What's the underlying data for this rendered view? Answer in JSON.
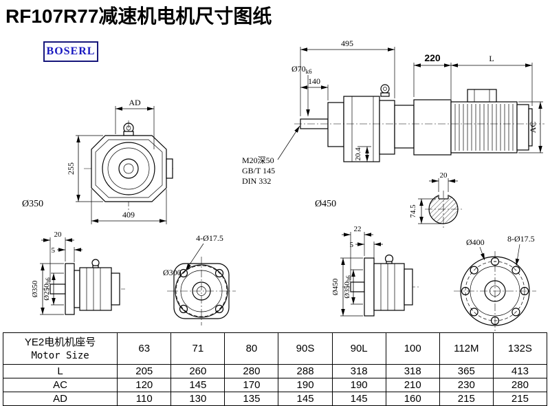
{
  "page": {
    "title": "RF107R77减速机电机尺寸图纸",
    "logo_text": "BOSERL"
  },
  "colors": {
    "line": "#000000",
    "logo_border": "#15157a",
    "logo_text": "#1818c0"
  },
  "views": {
    "front_view": {
      "dim_ad": "AD",
      "dim_255": "255",
      "dim_409": "409",
      "label_d350": "Ø350"
    },
    "side_assembly": {
      "dim_495": "495",
      "dim_140": "140",
      "shaft_dia_main": "Ø70",
      "shaft_dia_sub": "k6",
      "dim_220": "220",
      "dim_l": "L",
      "dim_ac": "AC",
      "dim_204": "20.4",
      "thread_note_1": "M20深50",
      "thread_note_2": "GB/T 145",
      "thread_note_3": "DIN 332",
      "label_d450": "Ø450",
      "keyway_width": "20",
      "keyway_height": "74.5"
    },
    "flange_side_small": {
      "dim_20": "20",
      "dim_5": "5",
      "dia_outer": "Ø350",
      "dia_spigot_main": "Ø250",
      "dia_spigot_sub": "h6"
    },
    "flange_front_square": {
      "holes": "4-Ø17.5",
      "dia": "Ø300"
    },
    "flange_side_large": {
      "dim_22": "22",
      "dim_5": "5",
      "dia_outer": "Ø450",
      "dia_spigot_main": "Ø350",
      "dia_spigot_sub": "h6"
    },
    "flange_front_round": {
      "dia": "Ø400",
      "holes": "8-Ø17.5"
    }
  },
  "table": {
    "header_cn": "YE2电机机座号",
    "header_en": "Motor Size",
    "sizes": [
      "63",
      "71",
      "80",
      "90S",
      "90L",
      "100",
      "112M",
      "132S"
    ],
    "rows": [
      {
        "label": "L",
        "values": [
          "205",
          "260",
          "280",
          "288",
          "318",
          "318",
          "365",
          "413"
        ]
      },
      {
        "label": "AC",
        "values": [
          "120",
          "145",
          "170",
          "190",
          "190",
          "210",
          "230",
          "280"
        ]
      },
      {
        "label": "AD",
        "values": [
          "110",
          "130",
          "135",
          "145",
          "145",
          "160",
          "215",
          "215"
        ]
      }
    ]
  }
}
